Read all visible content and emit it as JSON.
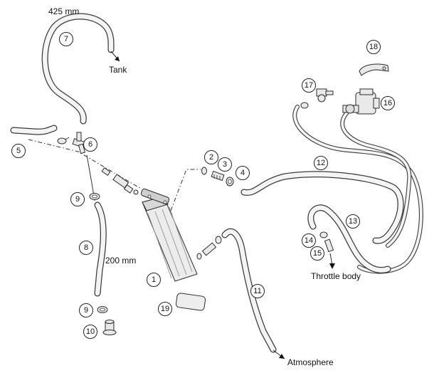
{
  "labels": {
    "len_425": "425 mm",
    "len_200": "200 mm",
    "tank": "Tank",
    "throttle_body": "Throttle body",
    "atmosphere": "Atmosphere"
  },
  "callouts": {
    "c1": "1",
    "c2": "2",
    "c3": "3",
    "c4": "4",
    "c5": "5",
    "c6": "6",
    "c7": "7",
    "c8": "8",
    "c9a": "9",
    "c9b": "9",
    "c10": "10",
    "c11": "11",
    "c12": "12",
    "c13": "13",
    "c14": "14",
    "c15": "15",
    "c16": "16",
    "c17": "17",
    "c18": "18",
    "c19": "19"
  }
}
